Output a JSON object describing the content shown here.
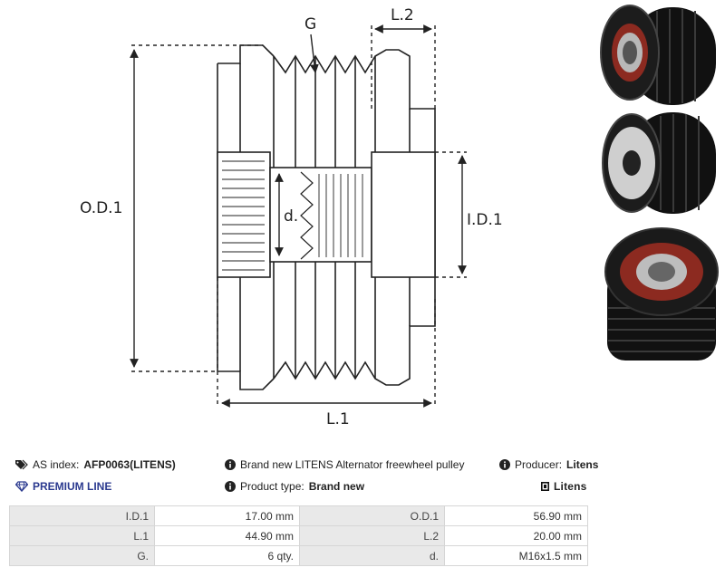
{
  "drawing": {
    "labels": {
      "g": "G",
      "l2": "L.2",
      "od1": "O.D.1",
      "id1": "I.D.1",
      "d": "d.",
      "l1": "L.1"
    }
  },
  "photos": [
    {
      "name": "pulley-front-splined"
    },
    {
      "name": "pulley-back-hex"
    },
    {
      "name": "pulley-angled-splined"
    }
  ],
  "info": {
    "as_index_label": "AS index:",
    "as_index_value": "AFP0063(LITENS)",
    "description": "Brand new LITENS Alternator freewheel pulley",
    "producer_label": "Producer:",
    "producer_value": "Litens",
    "premium_line": "PREMIUM LINE",
    "product_type_label": "Product type:",
    "product_type_value": "Brand new",
    "brand_logo": "Litens",
    "colors": {
      "premium": "#2b3a8f"
    }
  },
  "specs": [
    {
      "k1": "I.D.1",
      "v1": "17.00 mm",
      "k2": "O.D.1",
      "v2": "56.90 mm"
    },
    {
      "k1": "L.1",
      "v1": "44.90 mm",
      "k2": "L.2",
      "v2": "20.00 mm"
    },
    {
      "k1": "G.",
      "v1": "6 qty.",
      "k2": "d.",
      "v2": "M16x1.5 mm"
    }
  ]
}
